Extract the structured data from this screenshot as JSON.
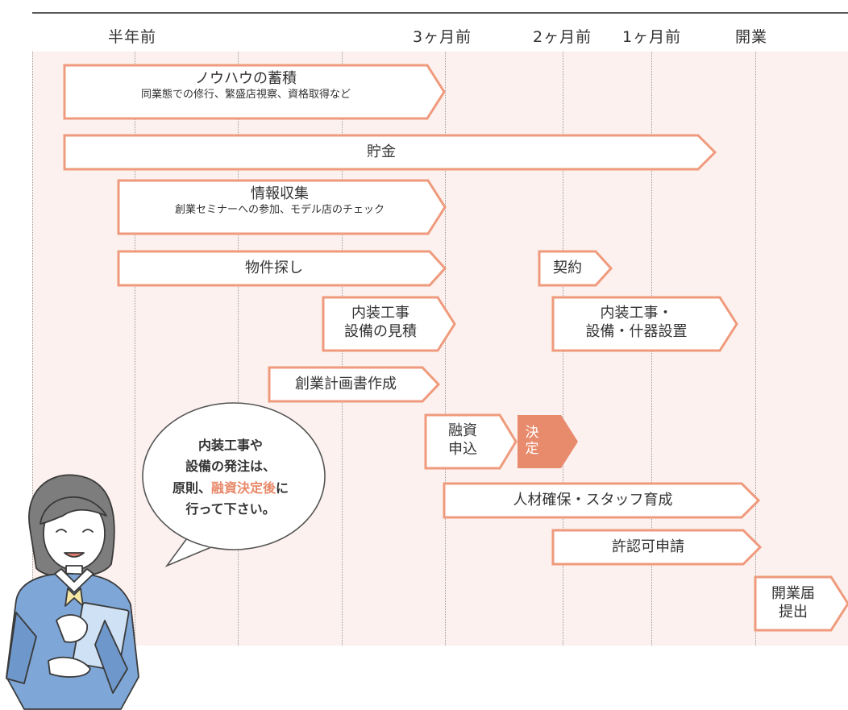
{
  "timeline": [
    "半年前",
    "3ヶ月前",
    "2ヶ月前",
    "1ヶ月前",
    "開業"
  ],
  "tasks": {
    "knowhow": {
      "title": "ノウハウの蓄積",
      "sub": "同業態での修行、繁盛店視察、資格取得など"
    },
    "savings": "貯金",
    "info": {
      "title": "情報収集",
      "sub": "創業セミナーへの参加、モデル店のチェック"
    },
    "property": "物件探し",
    "contract": "契約",
    "estimate": [
      "内装工事",
      "設備の見積"
    ],
    "install": [
      "内装工事・",
      "設備・什器設置"
    ],
    "plan": "創業計画書作成",
    "loan_apply": [
      "融資",
      "申込"
    ],
    "decision": [
      "決",
      "定"
    ],
    "staff": "人材確保・スタッフ育成",
    "permit": "許認可申請",
    "opening_notice": [
      "開業届",
      "提出"
    ]
  },
  "advice": {
    "line1": "内装工事や",
    "line2": "設備の発注は、",
    "line3_pre": "原則、",
    "line3_accent": "融資決定後",
    "line3_post": "に",
    "line4": "行って下さい。"
  },
  "colors": {
    "accent": "#e8896a",
    "arrow_stroke": "#ef9a7c",
    "panel_bg": "#fcf1ee",
    "decision_fill": "#e88a6c",
    "character_uniform": "#7ea6d6"
  }
}
